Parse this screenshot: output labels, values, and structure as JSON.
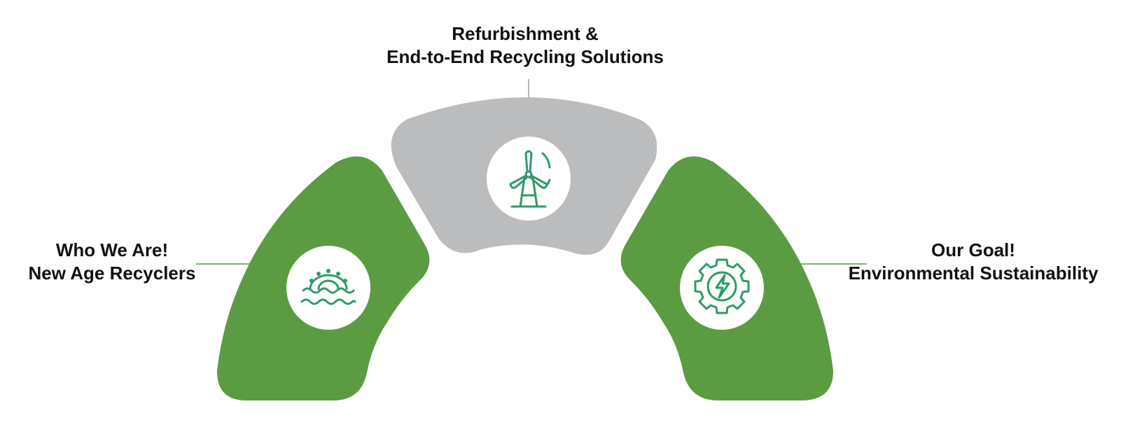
{
  "colors": {
    "green": "#5b9b42",
    "gray": "#bbbcbe",
    "icon_green": "#2e9a6a",
    "connector_green": "#7fb56a",
    "connector_gray": "#b5b6b8",
    "text": "#111111"
  },
  "segments": [
    {
      "id": "left",
      "color": "green",
      "icon": "sun-over-waves-icon",
      "title": "Who We Are!",
      "subtitle": "New Age Recyclers"
    },
    {
      "id": "top",
      "color": "gray",
      "icon": "wind-turbine-icon",
      "title": "Refurbishment &",
      "subtitle": "End-to-End Recycling Solutions"
    },
    {
      "id": "right",
      "color": "green",
      "icon": "gear-lightning-icon",
      "title": "Our Goal!",
      "subtitle": "Environmental Sustainability"
    }
  ]
}
